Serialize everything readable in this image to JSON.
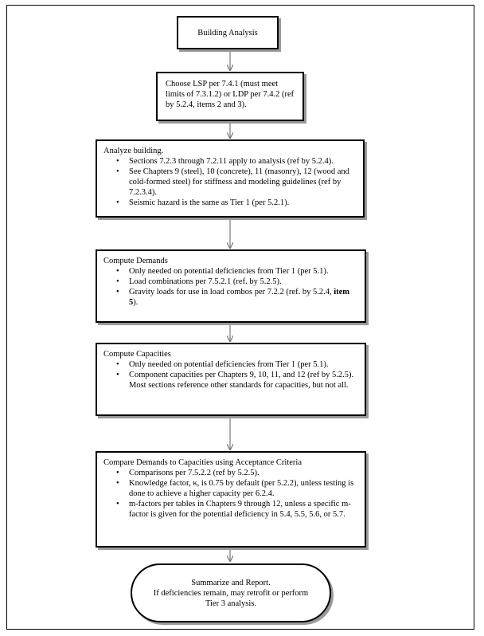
{
  "steps": {
    "building_analysis": "Building Analysis",
    "choose_procedure": "Choose LSP per 7.4.1 (must meet limits of 7.3.1.2) or LDP per 7.4.2 (ref by 5.2.4, items 2 and 3).",
    "analyze": {
      "title": "Analyze building.",
      "items": [
        "Sections 7.2.3 through 7.2.11 apply to analysis (ref by 5.2.4).",
        "See Chapters 9 (steel), 10 (concrete), 11 (masonry), 12 (wood and cold-formed steel) for stiffness and modeling guidelines (ref by 7.2.3.4).",
        "Seismic hazard is the same as Tier 1 (per 5.2.1)."
      ]
    },
    "demands": {
      "title": "Compute Demands",
      "items": [
        "Only needed on potential deficiencies from Tier 1 (per 5.1).",
        "Load combinations per 7.5.2.1 (ref. by 5.2.5)."
      ],
      "gravity_item": "Gravity loads for use in load combos per 7.2.2 (ref. by 5.2.4,",
      "gravity_item_bold": "item 5",
      "gravity_item_end": ")."
    },
    "capacities": {
      "title": "Compute Capacities",
      "items": [
        "Only needed on potential deficiencies from Tier 1 (per 5.1).",
        "Component capacities per Chapters 9, 10, 11, and 12 (ref by 5.2.5).  Most sections reference other standards for capacities, but not all."
      ]
    },
    "compare": {
      "title": "Compare Demands to Capacities using Acceptance Criteria",
      "items": [
        "Comparisons per 7.5.2.2 (ref by 5.2.5).",
        "Knowledge factor, κ, is 0.75 by default (per 5.2.2), unless testing is done to achieve a higher capacity per 6.2.4.",
        "m-factors per tables in Chapters 9 through 12, unless a specific m-factor is given for the potential deficiency in 5.4, 5.5, 5.6, or 5.7."
      ]
    },
    "summarize": {
      "line1": "Summarize and Report.",
      "line2": "If deficiencies remain, may retrofit or perform",
      "line3": "Tier 3 analysis."
    }
  },
  "bullet_glyph": "•"
}
